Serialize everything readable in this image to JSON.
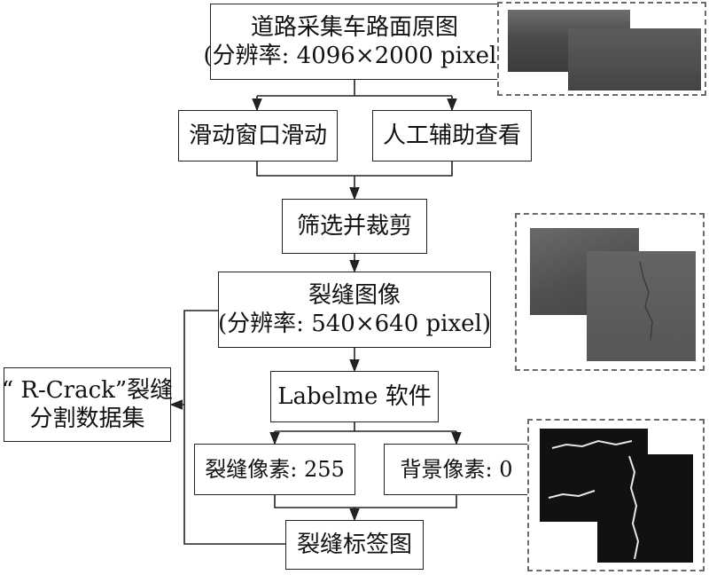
{
  "boxes": {
    "raw_image": {
      "line1": "道路采集车路面原图",
      "line2": "(分辨率: 4096×2000 pixel)"
    },
    "sliding_window": "滑动窗口滑动",
    "manual_check": "人工辅助查看",
    "filter_crop": "筛选并裁剪",
    "crack_image": {
      "line1": "裂缝图像",
      "line2": "(分辨率: 540×640 pixel)"
    },
    "labelme": "Labelme 软件",
    "crack_pixel": "裂缝像素: 255",
    "background_pixel": "背景像素: 0",
    "label_map": "裂缝标签图",
    "dataset": {
      "line1": "“ R-Crack”裂缝",
      "line2": "分割数据集"
    }
  },
  "colors": {
    "line": "#222222",
    "dash_border": "#6a6a6a",
    "raw_photo": "#5a5a5a",
    "crack_photo": "#606060",
    "label_background": "#111111",
    "crack_line": "#e8e8e8"
  }
}
